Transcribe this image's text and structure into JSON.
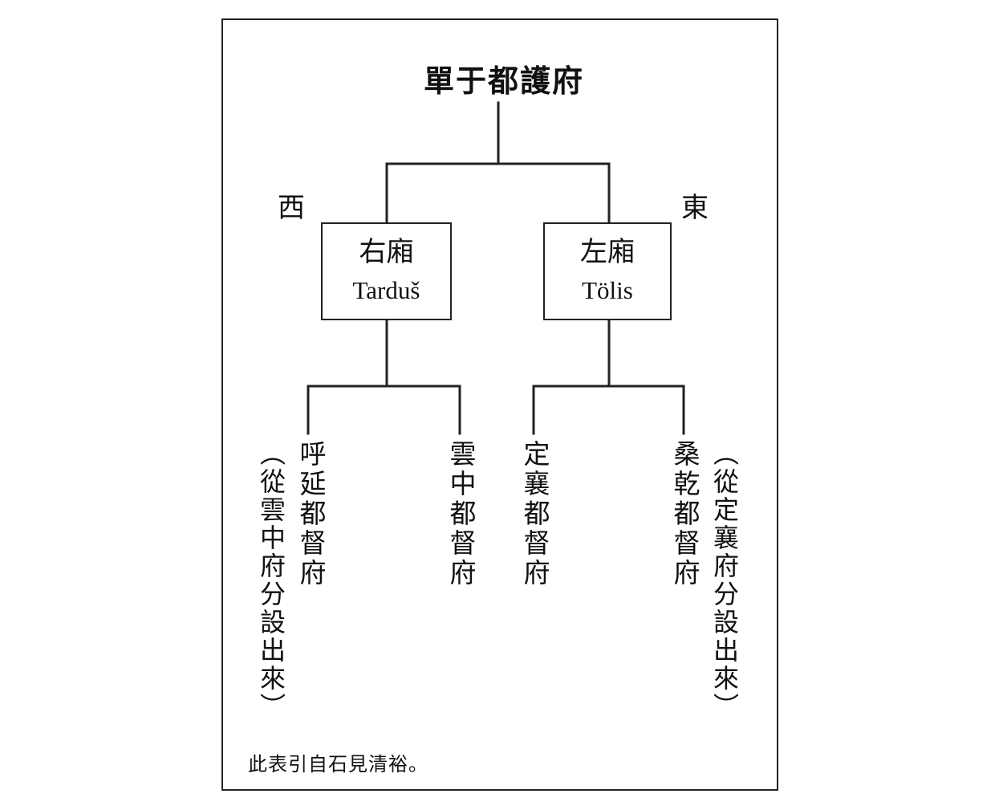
{
  "root": "單于都護府",
  "directions": {
    "west": "西",
    "east": "東"
  },
  "wings": [
    {
      "zh": "右廂",
      "en": "Tarduš"
    },
    {
      "zh": "左廂",
      "en": "Tölis"
    }
  ],
  "leaves": [
    "呼延都督府",
    "雲中都督府",
    "定襄都督府",
    "桑乾都督府"
  ],
  "notes": {
    "west": "（從雲中府分設出來）",
    "east": "（從定襄府分設出來）"
  },
  "source": "此表引自石見清裕。"
}
